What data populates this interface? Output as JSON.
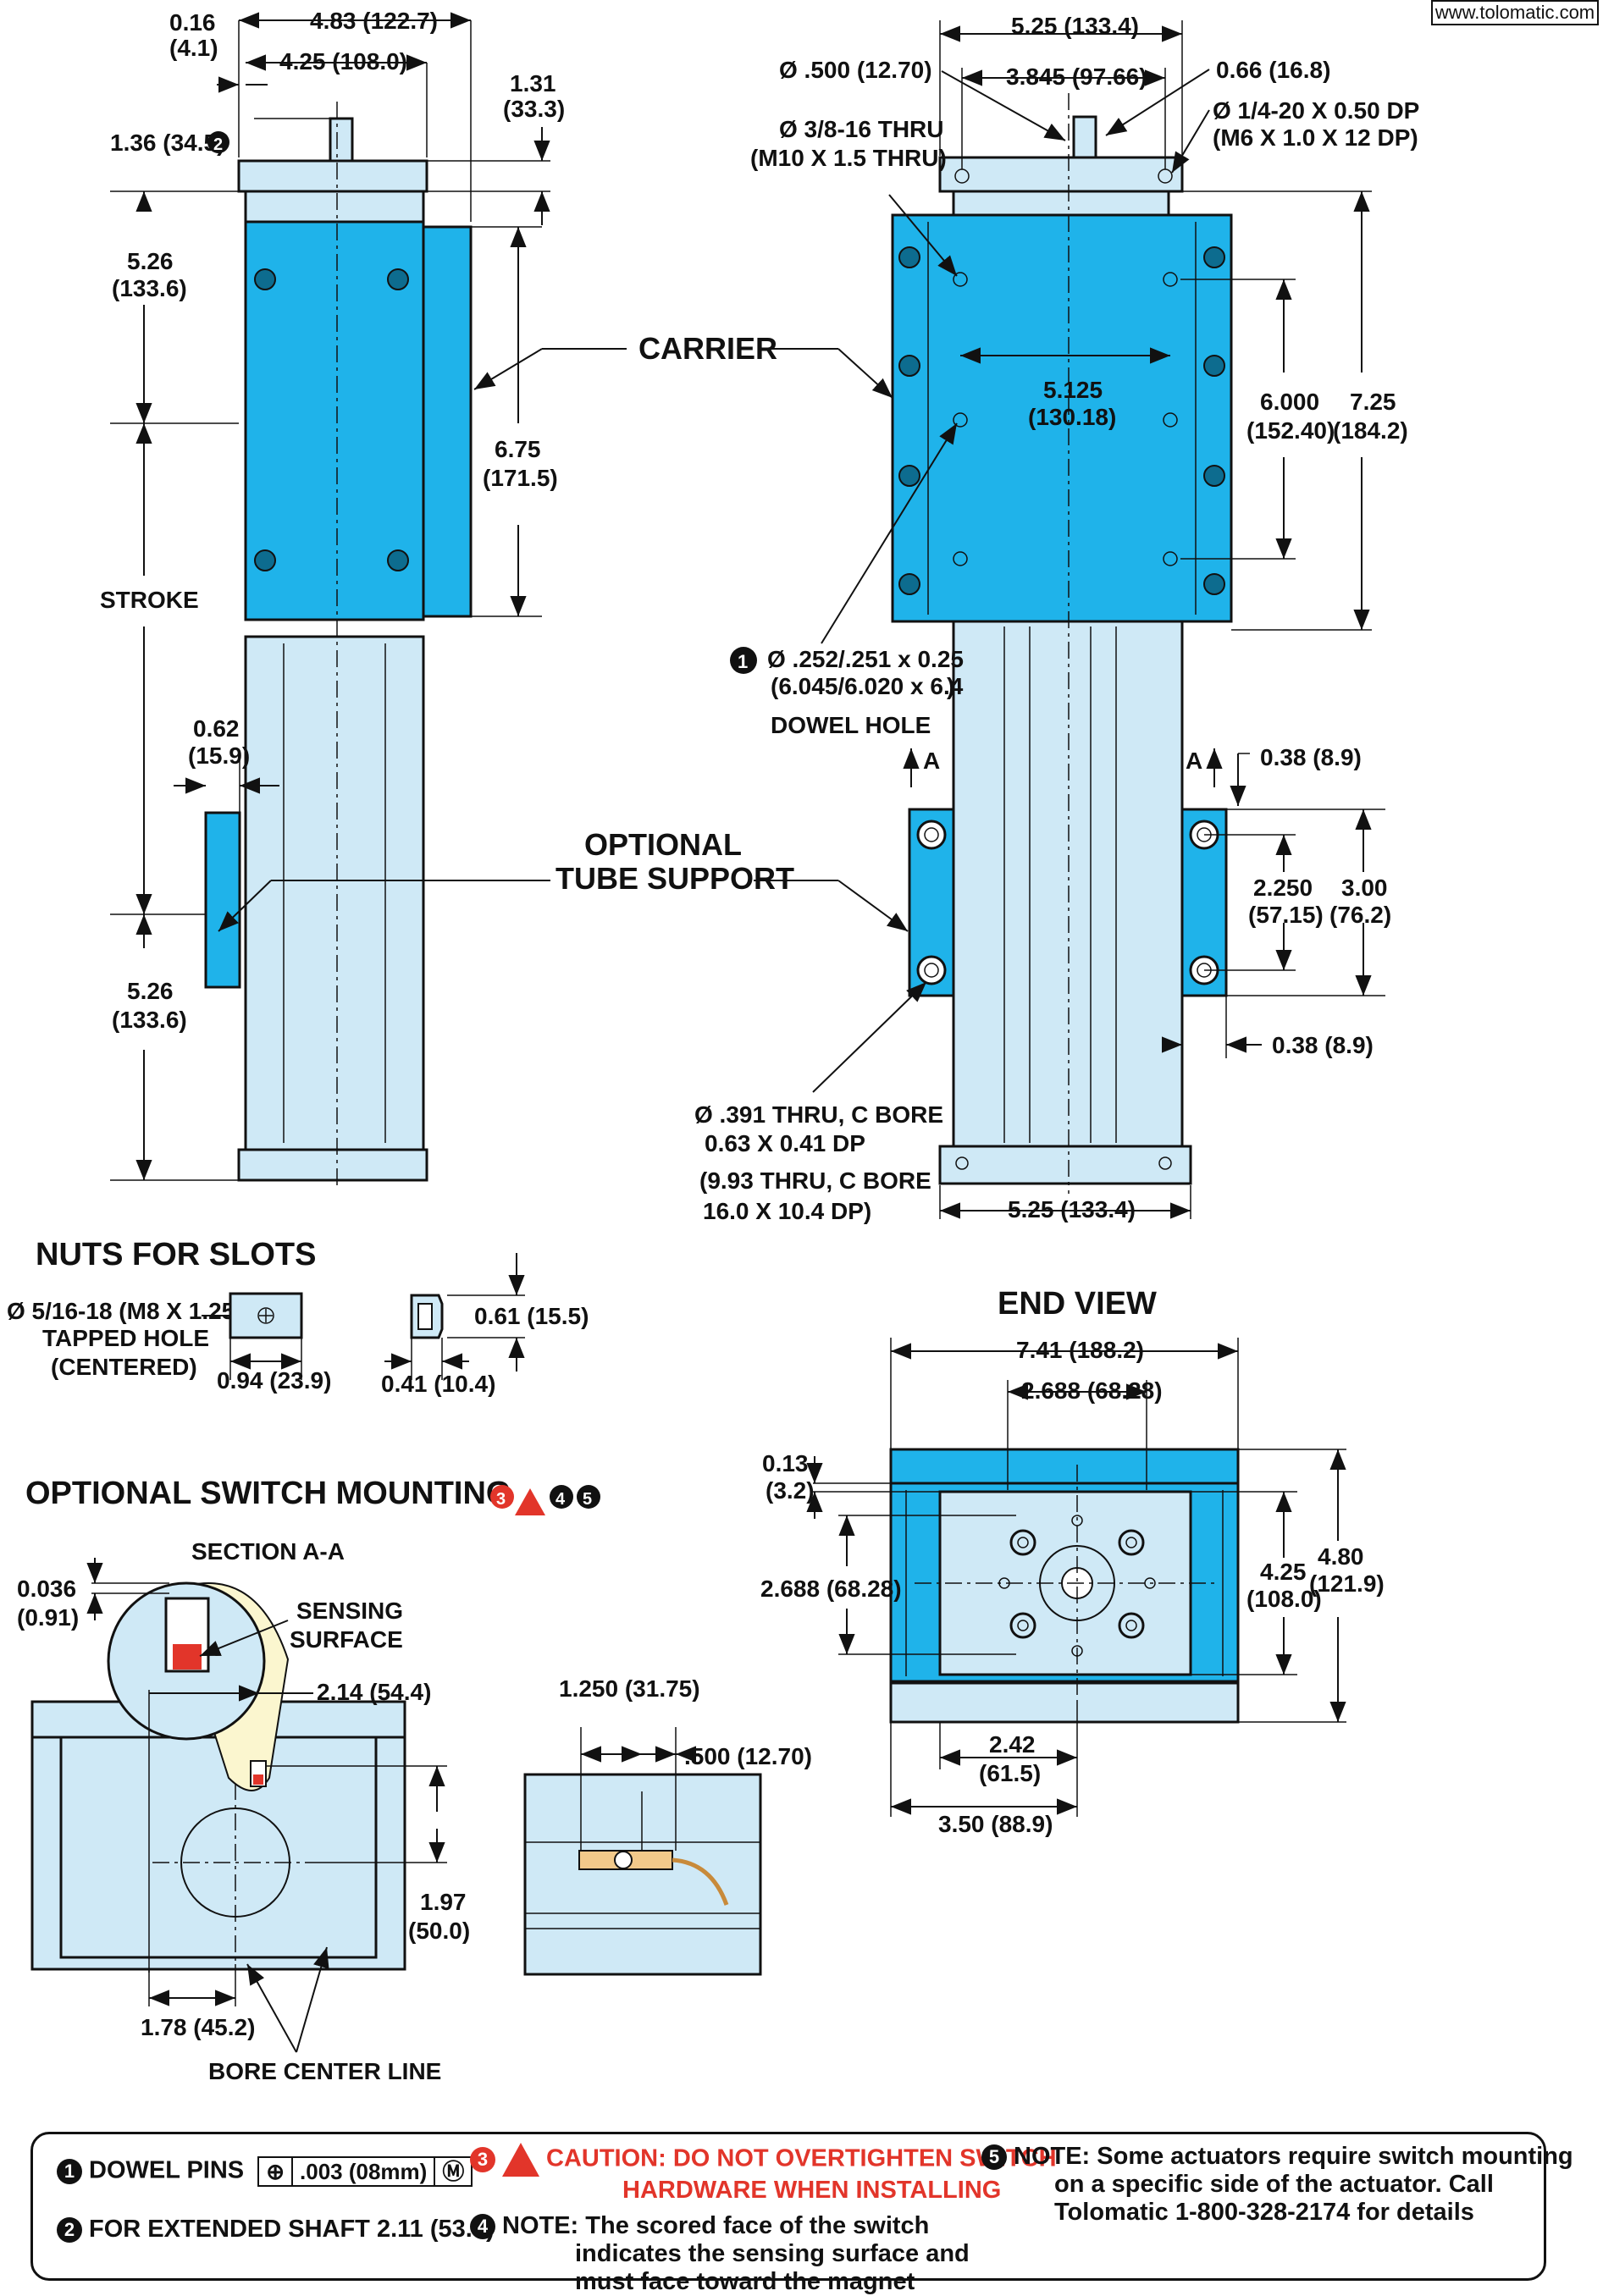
{
  "website": "www.tolomatic.com",
  "side_view": {
    "dims": {
      "d016": "0.16",
      "d016_mm": "(4.1)",
      "d483": "4.83 (122.7)",
      "d425": "4.25 (108.0)",
      "d131": "1.31",
      "d131_mm": "(33.3)",
      "d136": "1.36 (34.5)",
      "d526a": "5.26",
      "d526a_mm": "(133.6)",
      "d675": "6.75",
      "d675_mm": "(171.5)",
      "stroke": "STROKE",
      "d062": "0.62",
      "d062_mm": "(15.9)",
      "d526b": "5.26",
      "d526b_mm": "(133.6)"
    },
    "carrier_label": "CARRIER",
    "tube_label_1": "OPTIONAL",
    "tube_label_2": "TUBE SUPPORT"
  },
  "top_view": {
    "dims": {
      "d525": "5.25 (133.4)",
      "shaft": "Ø .500 (12.70)",
      "d3845": "3.845 (97.66)",
      "d066": "0.66 (16.8)",
      "tap1": "Ø 1/4-20 X 0.50 DP",
      "tap2": "(M6 X 1.0 X 12 DP)",
      "thru1": "Ø 3/8-16 THRU",
      "thru2": "(M10 X 1.5 THRU)",
      "d5125": "5.125",
      "d5125_mm": "(130.18)",
      "d6000": "6.000",
      "d6000_mm": "(152.40)",
      "d725": "7.25",
      "d725_mm": "(184.2)",
      "dowel1": "Ø .252/.251 x 0.25",
      "dowel2": "(6.045/6.020 x 6.4",
      "dowel2_end": ")",
      "dowel3": "DOWEL HOLE",
      "sectionA": "A",
      "d038a": "0.38 (8.9)",
      "d2250": "2.250",
      "d2250_mm": "(57.15)",
      "d300": "3.00",
      "d300_mm": "(76.2)",
      "d038b": "0.38 (8.9)",
      "cb1": "Ø .391 THRU, C BORE",
      "cb2": "0.63 X 0.41 DP",
      "cb3": "(9.93 THRU, C BORE",
      "cb4": "16.0 X 10.4 DP)",
      "d525b": "5.25 (133.4)"
    }
  },
  "nuts": {
    "title": "NUTS FOR SLOTS",
    "tap1": "Ø 5/16-18 (M8 X 1.25)",
    "tap2": "TAPPED HOLE",
    "tap3": "(CENTERED)",
    "d094": "0.94 (23.9)",
    "d061": "0.61 (15.5)",
    "d041": "0.41 (10.4)"
  },
  "end_view": {
    "title": "END VIEW",
    "d741": "7.41 (188.2)",
    "d2688a": "2.688 (68.28)",
    "d013": "0.13",
    "d013_mm": "(3.2)",
    "d2688b": "2.688 (68.28)",
    "d425": "4.25",
    "d425_mm": "(108.0)",
    "d480": "4.80",
    "d480_mm": "(121.9)",
    "d242": "2.42",
    "d242_mm": "(61.5)",
    "d350": "3.50 (88.9)"
  },
  "switch": {
    "title": "OPTIONAL SWITCH MOUNTING",
    "section": "SECTION A-A",
    "d0036": "0.036",
    "d0036_mm": "(0.91)",
    "sensing1": "SENSING",
    "sensing2": "SURFACE",
    "d214": "2.14 (54.4)",
    "d197": "1.97",
    "d197_mm": "(50.0)",
    "d178": "1.78 (45.2)",
    "bore": "BORE CENTER LINE",
    "d1250": "1.250 (31.75)",
    "d500": ".500 (12.70)"
  },
  "notes": {
    "n1_num": "1",
    "n1": "DOWEL PINS",
    "n1_tol": "⊕",
    "n1_val": ".003 (08mm)",
    "n1_m": "Ⓜ",
    "n2_num": "2",
    "n2": "FOR EXTENDED SHAFT 2.11 (53.6)",
    "n3_num": "3",
    "n3_a": "CAUTION: DO NOT OVERTIGHTEN SWITCH",
    "n3_b": "HARDWARE WHEN INSTALLING",
    "n4_num": "4",
    "n4_a": "NOTE: The scored face of the switch",
    "n4_b": "indicates the sensing surface and",
    "n4_c": "must face toward the magnet",
    "n5_num": "5",
    "n5_a": "NOTE: Some actuators require switch mounting",
    "n5_b": "on a specific side of the actuator. Call",
    "n5_c": "Tolomatic 1-800-328-2174 for details"
  },
  "colors": {
    "blue": "#1fb3ea",
    "light_blue": "#cfe9f6",
    "caution_red": "#e2352a",
    "highlight": "#fbf6cf"
  }
}
